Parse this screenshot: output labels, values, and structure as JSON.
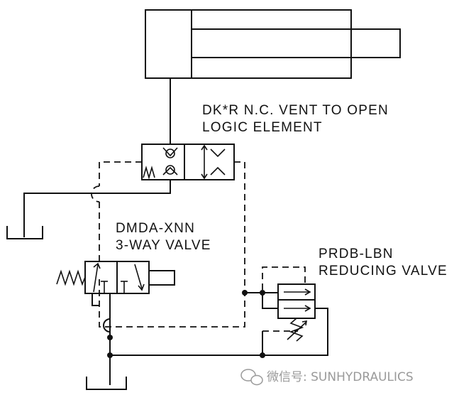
{
  "labels": {
    "logic_element_line1": "DK*R N.C. VENT TO OPEN",
    "logic_element_line2": "LOGIC ELEMENT",
    "three_way_line1": "DMDA-XNN",
    "three_way_line2": "3-WAY VALVE",
    "reducing_line1": "PRDB-LBN",
    "reducing_line2": "REDUCING VALVE"
  },
  "watermark": {
    "text": "微信号: SUNHYDRAULICS"
  }
}
